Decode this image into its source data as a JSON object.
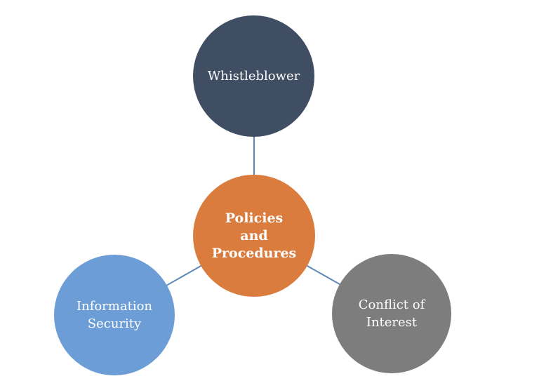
{
  "diagram": {
    "type": "radial-diagram",
    "connector_color": "#5D87B8",
    "background_color": "#FFFFFF",
    "nodes": {
      "center": {
        "label": "Policies and Procedures",
        "lines": [
          "Policies",
          "and",
          "Procedures"
        ],
        "color": "#D97C3E",
        "text_color": "#FFFFFF"
      },
      "top": {
        "label": "Whistleblower",
        "lines": [
          "Whistleblower"
        ],
        "color": "#3F4E63",
        "text_color": "#FFFFFF"
      },
      "bottom_left": {
        "label": "Information Security",
        "lines": [
          "Information",
          "Security"
        ],
        "color": "#6D9DD6",
        "text_color": "#FFFFFF"
      },
      "bottom_right": {
        "label": "Conflict of Interest",
        "lines": [
          "Conflict of",
          "Interest"
        ],
        "color": "#7D7D7D",
        "text_color": "#FFFFFF"
      }
    }
  }
}
